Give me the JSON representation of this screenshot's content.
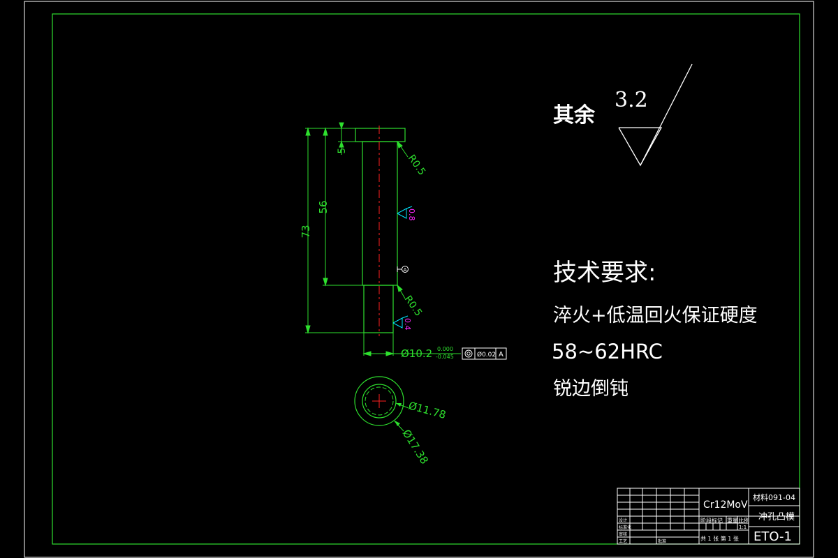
{
  "colors": {
    "background": "#000000",
    "geometry": "#ffffff",
    "dimension": "#2ee02e",
    "centerline": "#ff2020",
    "roughness_symbol": "#00e5ff",
    "roughness_value": "#ff28ff"
  },
  "dimensions": {
    "overall_length": "73",
    "shank_length": "56",
    "head_thickness": "5",
    "radius_top": "R0.5",
    "radius_bottom": "R0.5",
    "roughness_shank": "0.8",
    "roughness_tip": "0.4",
    "diameter_tip": "Ø10.2",
    "tol_upper": "0.000",
    "tol_lower": "-0.045",
    "concentricity_value": "Ø0.02",
    "datum_letter": "A",
    "datum_tag": "A",
    "diameter_inner": "Ø11.78",
    "diameter_outer": "Ø17.38"
  },
  "surface_finish": {
    "label": "其余",
    "value": "3.2"
  },
  "technical_requirements": {
    "heading": "技术要求:",
    "lines": [
      "淬火+低温回火保证硬度",
      "58~62HRC",
      "锐边倒钝"
    ]
  },
  "title_block": {
    "material": "Cr12MoV",
    "part_code": "材料091-04",
    "part_name": "冲孔凸模",
    "drawing_no": "ETO-1",
    "scale": "1:1",
    "labels": {
      "design": "设计",
      "standard": "标准化",
      "review": "审核",
      "process": "工艺",
      "approve": "批准",
      "mark": "阶段标记",
      "weight": "重量",
      "scale_hdr": "比例",
      "sheets": "共 1 张 第 1 张"
    }
  }
}
